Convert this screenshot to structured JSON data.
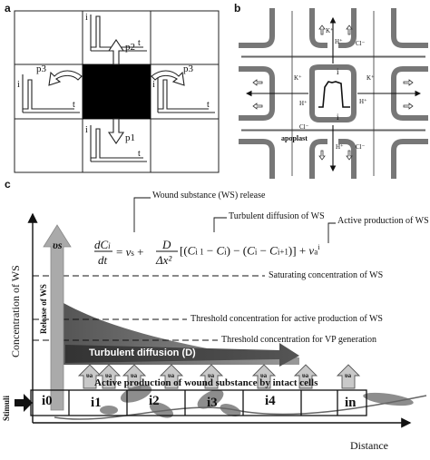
{
  "panel_a": {
    "letter": "a",
    "axis_i": "i",
    "axis_t": "t",
    "paths": [
      "p1",
      "p2",
      "p3",
      "p3"
    ]
  },
  "panel_b": {
    "letter": "b",
    "ions": [
      "K⁺",
      "H⁺",
      "Cl⁻"
    ],
    "current": "i",
    "apoplast": "apoplast"
  },
  "panel_c": {
    "letter": "c",
    "labels": {
      "ws_release": "Wound substance (WS) release",
      "turbulent": "Turbulent diffusion of WS",
      "active": "Active production of WS",
      "saturating": "Saturating concentration of WS",
      "threshold_active": "Threshold concentration for active production of WS",
      "threshold_vp": "Threshold concentration for VP generation",
      "turbulent_arrow": "Turbulent diffusion (D)",
      "active_cells": "Active production of wound substance by intact cells",
      "release_of_ws": "Release of WS",
      "vs": "υs",
      "va": "υa"
    },
    "axes": {
      "y": "Concentration of WS",
      "x": "Distance",
      "stimuli": "Stimuli"
    },
    "cells": [
      "i0",
      "i1",
      "i2",
      "i3",
      "i4",
      "in"
    ]
  }
}
